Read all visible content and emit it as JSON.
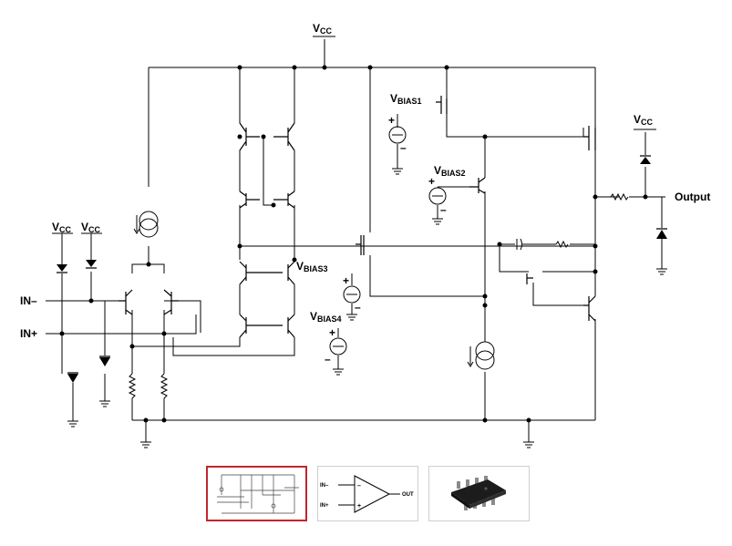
{
  "schematic": {
    "labels": {
      "vcc_top": "V",
      "vcc_top_sub": "CC",
      "vcc_in1": "V",
      "vcc_in1_sub": "CC",
      "vcc_in2": "V",
      "vcc_in2_sub": "CC",
      "vcc_out": "V",
      "vcc_out_sub": "CC",
      "in_minus": "IN–",
      "in_plus": "IN+",
      "output": "Output",
      "vbias1": "V",
      "vbias1_sub": "BIAS1",
      "vbias2": "V",
      "vbias2_sub": "BIAS2",
      "vbias3": "V",
      "vbias3_sub": "BIAS3",
      "vbias4": "V",
      "vbias4_sub": "BIAS4",
      "plus": "+",
      "minus": "–"
    }
  },
  "thumbnails": {
    "symbol_in_minus": "IN–",
    "symbol_in_plus": "IN+",
    "symbol_out": "OUT"
  },
  "colors": {
    "selected_border": "#c0262d",
    "wire": "#000000",
    "chip_body": "#1c1c1c"
  }
}
